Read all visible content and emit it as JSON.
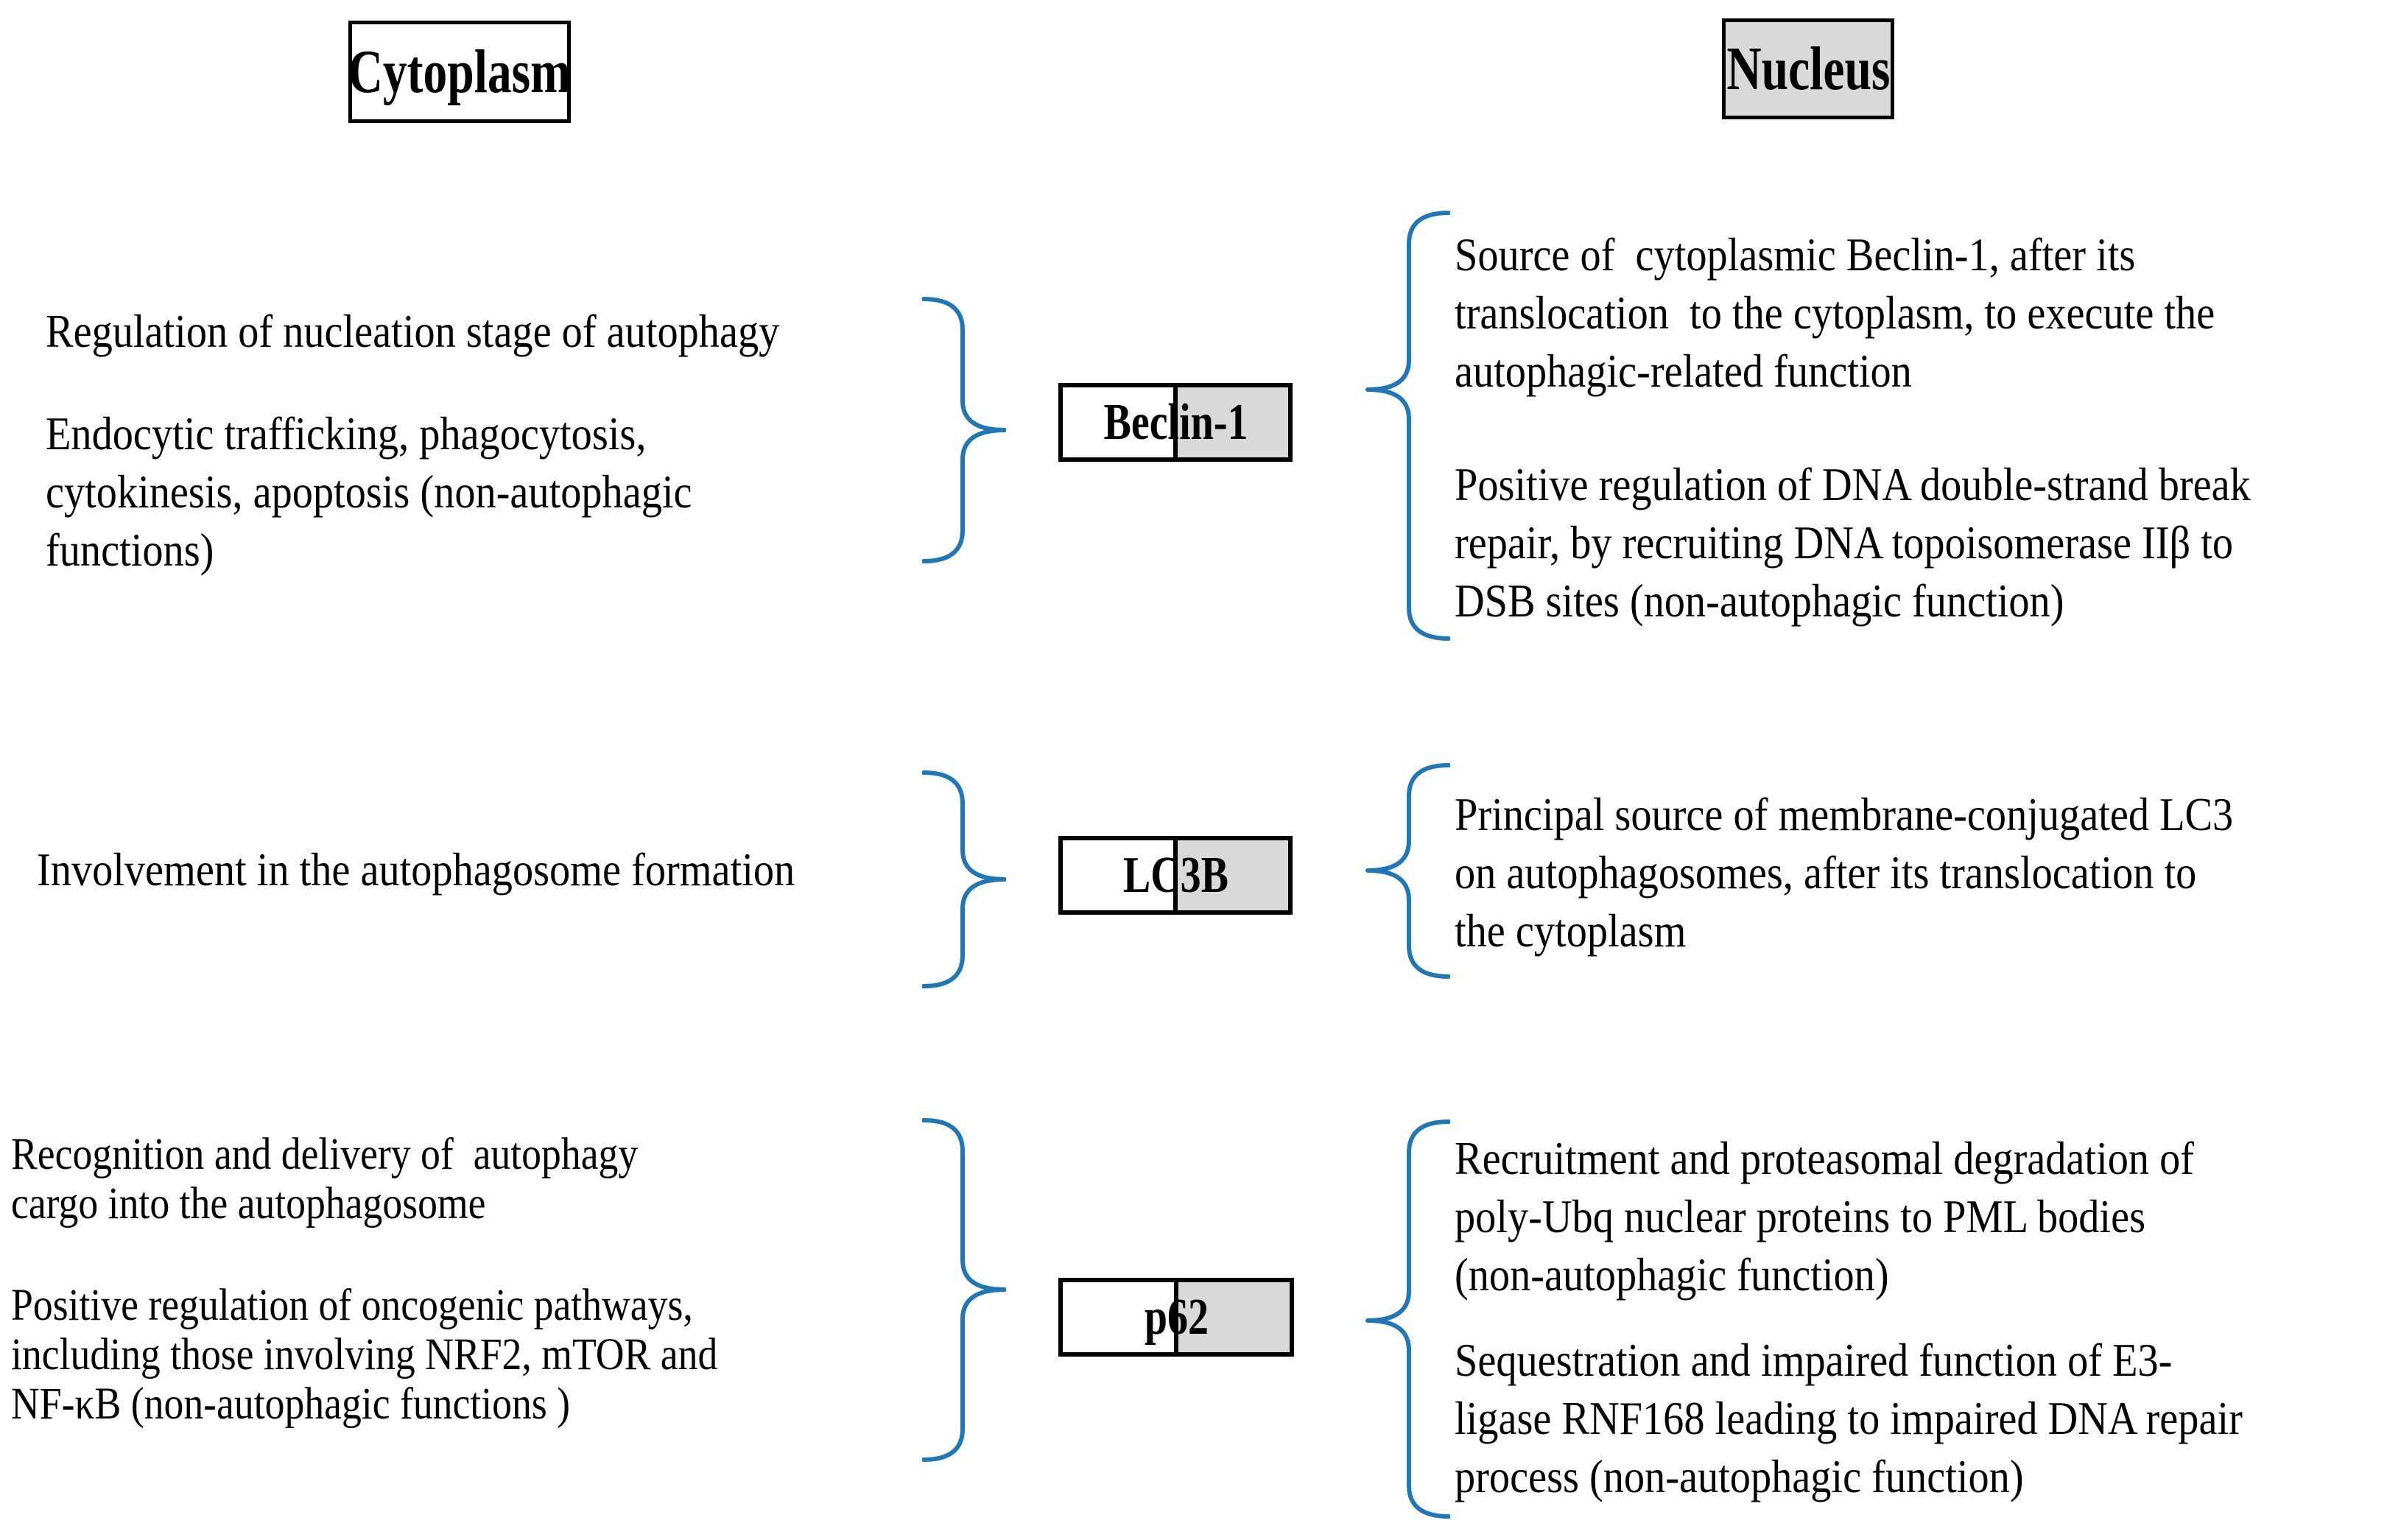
{
  "colors": {
    "brace_blue": "#2176b5",
    "nucleus_gray": "#d9d9d9",
    "border_black": "#000000",
    "background": "#ffffff"
  },
  "headers": {
    "cytoplasm": "Cytoplasm",
    "nucleus": "Nucleus"
  },
  "rows": [
    {
      "protein": "Beclin-1",
      "cytoplasm_functions": [
        "Regulation of nucleation stage of autophagy",
        "Endocytic trafficking, phagocytosis,\ncytokinesis, apoptosis (non-autophagic\nfunctions)"
      ],
      "nucleus_functions": [
        "Source of  cytoplasmic Beclin-1, after its\ntranslocation  to the cytoplasm, to execute the\nautophagic-related function",
        "Positive regulation of DNA double-strand break\nrepair, by recruiting DNA topoisomerase IIβ to\nDSB sites (non-autophagic function)"
      ]
    },
    {
      "protein": "LC3B",
      "cytoplasm_functions": [
        "Involvement in the autophagosome formation"
      ],
      "nucleus_functions": [
        "Principal source of membrane-conjugated LC3\non autophagosomes, after its translocation to\nthe cytoplasm"
      ]
    },
    {
      "protein": "p62",
      "cytoplasm_functions": [
        "Recognition and delivery of  autophagy\ncargo into the autophagosome",
        "Positive regulation of oncogenic pathways,\nincluding those involving NRF2, mTOR and\nNF-κB (non-autophagic functions )"
      ],
      "nucleus_functions": [
        "Recruitment and proteasomal degradation of\npoly-Ubq nuclear proteins to PML bodies\n(non-autophagic function)",
        "Sequestration and impaired function of E3-\nligase RNF168 leading to impaired DNA repair\nprocess (non-autophagic function)"
      ]
    }
  ]
}
